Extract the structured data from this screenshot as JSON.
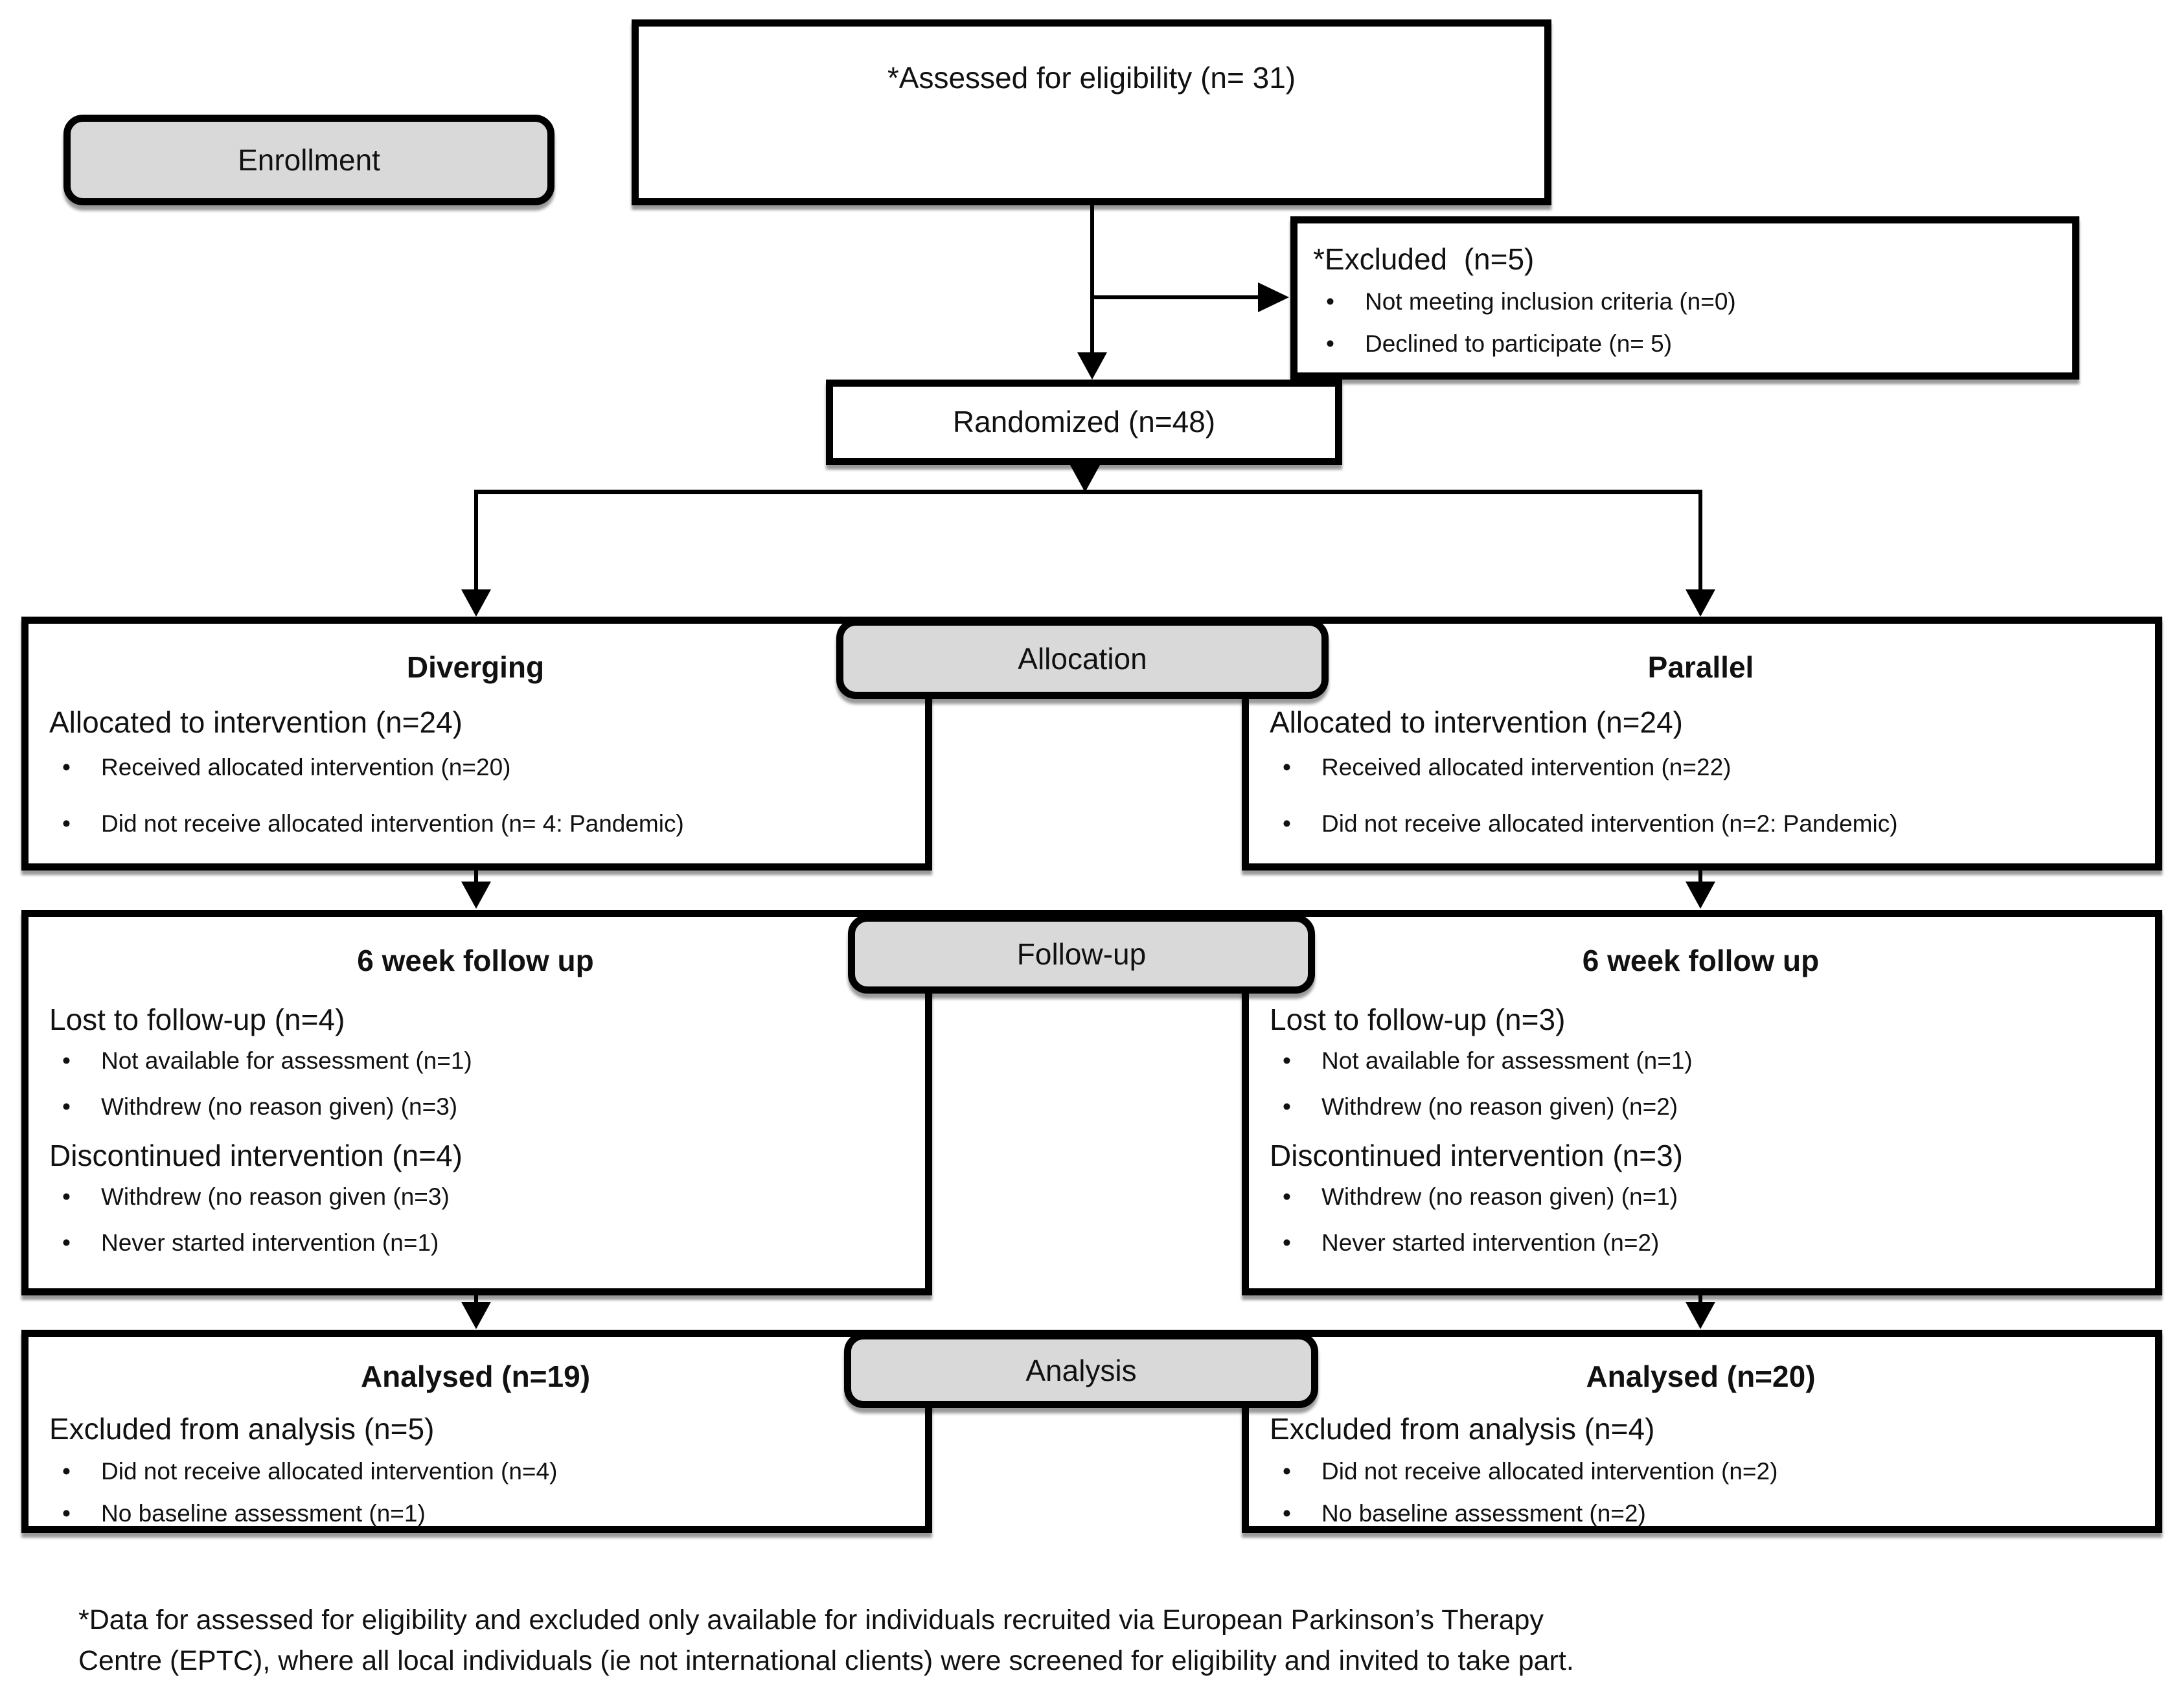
{
  "stages": {
    "enrollment": "Enrollment",
    "allocation": "Allocation",
    "followup": "Follow-up",
    "analysis": "Analysis"
  },
  "enrollment": {
    "assessed": "*Assessed for eligibility (n= 31)",
    "excluded_heading": "*Excluded  (n=5)",
    "excluded_bullets": [
      "Not meeting inclusion criteria (n=0)",
      "Declined to participate (n= 5)"
    ],
    "randomized": "Randomized (n=48)"
  },
  "allocation": {
    "left": {
      "title": "Diverging",
      "heading": "Allocated to intervention (n=24)",
      "bullets": [
        "Received allocated intervention (n=20)",
        "Did not receive allocated intervention (n= 4: Pandemic)"
      ]
    },
    "right": {
      "title": "Parallel",
      "heading": "Allocated to intervention (n=24)",
      "bullets": [
        "Received allocated intervention (n=22)",
        "Did not receive allocated intervention (n=2: Pandemic)"
      ]
    }
  },
  "followup": {
    "left": {
      "title": "6 week follow up",
      "lost_heading": "Lost to follow-up (n=4)",
      "lost_bullets": [
        "Not available for assessment (n=1)",
        "Withdrew (no reason given) (n=3)"
      ],
      "disc_heading": "Discontinued intervention (n=4)",
      "disc_bullets": [
        "Withdrew (no reason given (n=3)",
        "Never started intervention (n=1)"
      ]
    },
    "right": {
      "title": "6 week follow up",
      "lost_heading": "Lost to follow-up (n=3)",
      "lost_bullets": [
        "Not available for assessment (n=1)",
        "Withdrew (no reason given) (n=2)"
      ],
      "disc_heading": "Discontinued intervention (n=3)",
      "disc_bullets": [
        "Withdrew (no reason given) (n=1)",
        "Never started intervention (n=2)"
      ]
    }
  },
  "analysis": {
    "left": {
      "title": "Analysed (n=19)",
      "heading": "Excluded from analysis (n=5)",
      "bullets": [
        "Did not receive allocated intervention (n=4)",
        "No baseline assessment (n=1)"
      ]
    },
    "right": {
      "title": "Analysed (n=20)",
      "heading": "Excluded from analysis (n=4)",
      "bullets": [
        "Did not receive allocated intervention (n=2)",
        "No baseline assessment (n=2)"
      ]
    }
  },
  "footnote": {
    "line1": "*Data for assessed for eligibility and excluded only available for individuals recruited via European Parkinson’s Therapy",
    "line2": "Centre (EPTC), where all local individuals (ie not international clients) were screened for eligibility and invited to take part."
  },
  "colors": {
    "stage_fill": "#d9d9d9",
    "line": "#000000",
    "background": "#ffffff",
    "text": "#111111"
  }
}
